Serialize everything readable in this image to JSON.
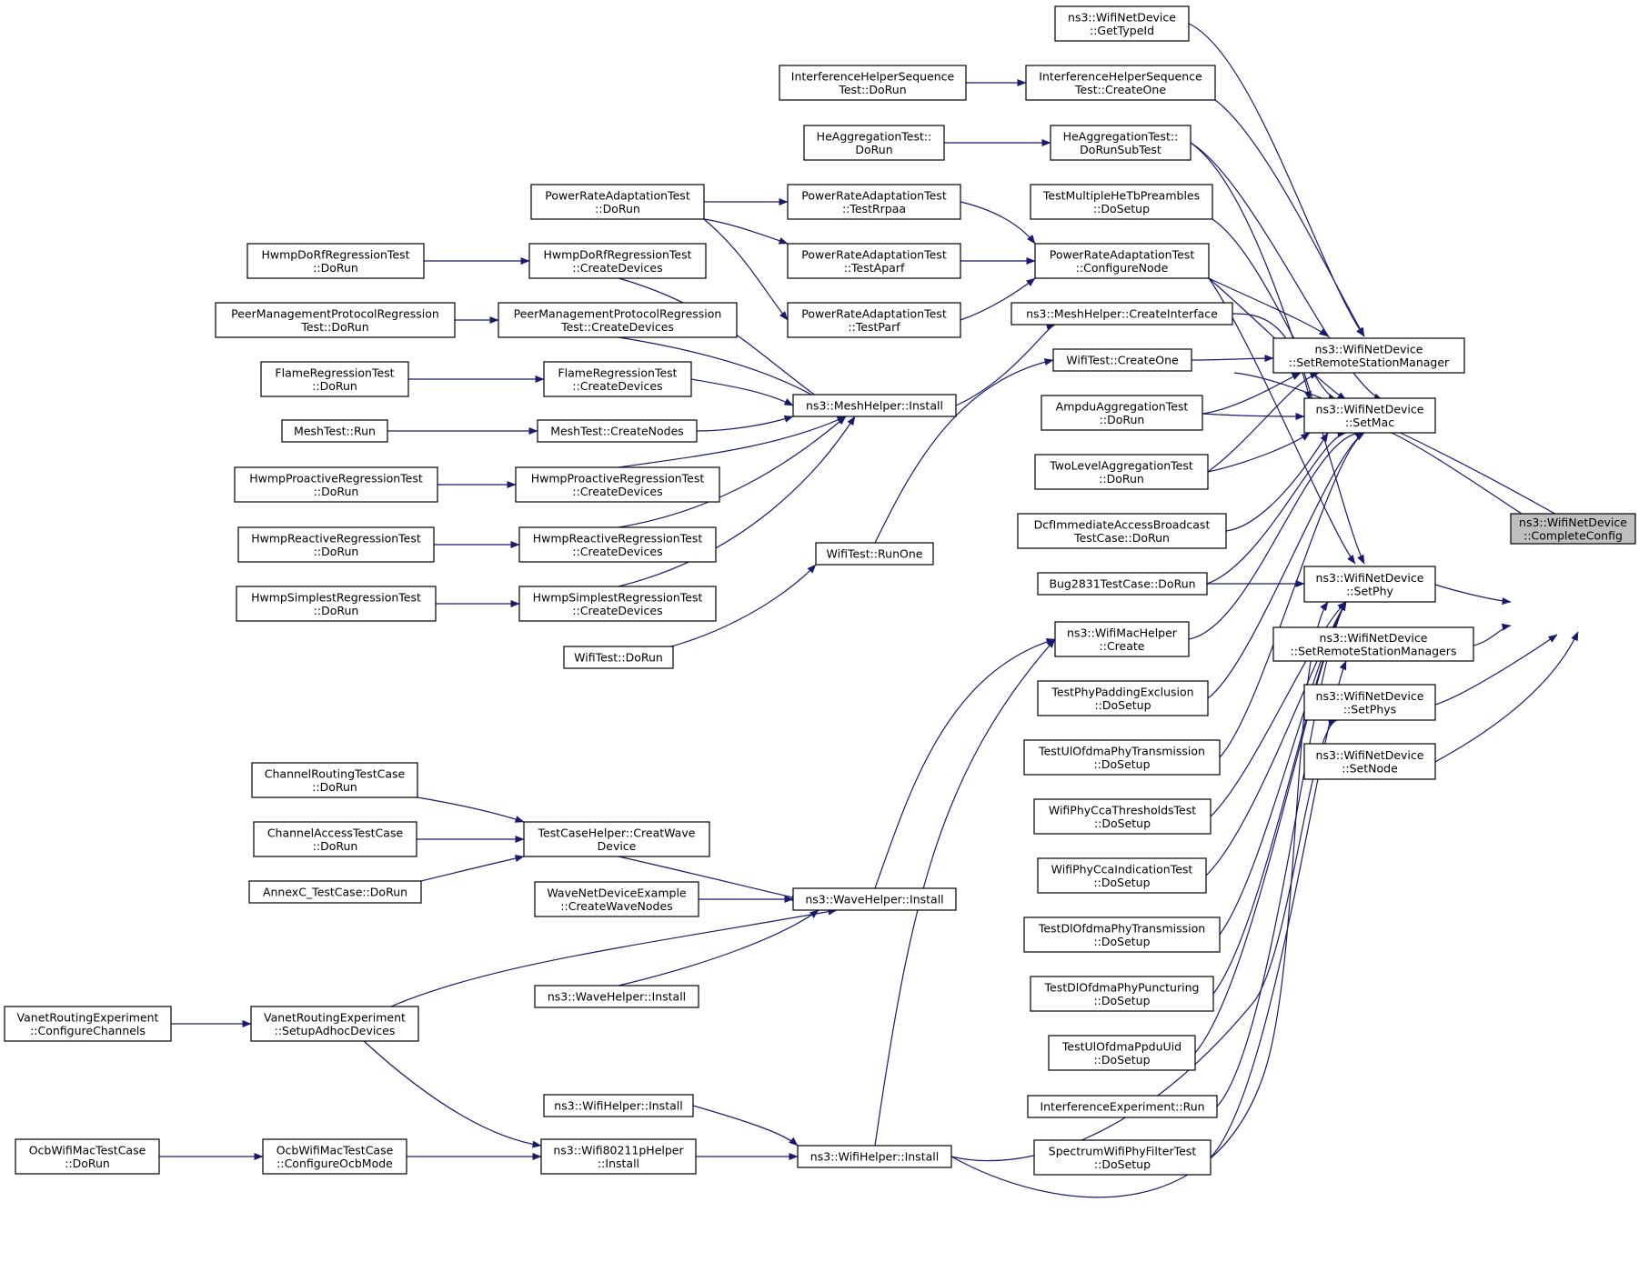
{
  "colors": {
    "edge": "#191970",
    "node_border": "#000000",
    "focus_fill": "#bfbfbf",
    "node_fill": "#ffffff"
  },
  "nodes": {
    "cc": {
      "lines": [
        "ns3::WifiNetDevice",
        "::CompleteConfig"
      ],
      "focus": true
    },
    "srsm": {
      "lines": [
        "ns3::WifiNetDevice",
        "::SetRemoteStationManager"
      ]
    },
    "mac": {
      "lines": [
        "ns3::WifiNetDevice",
        "::SetMac"
      ]
    },
    "phy": {
      "lines": [
        "ns3::WifiNetDevice",
        "::SetPhy"
      ]
    },
    "srsms": {
      "lines": [
        "ns3::WifiNetDevice",
        "::SetRemoteStationManagers"
      ]
    },
    "phys": {
      "lines": [
        "ns3::WifiNetDevice",
        "::SetPhys"
      ]
    },
    "node": {
      "lines": [
        "ns3::WifiNetDevice",
        "::SetNode"
      ]
    },
    "gti": {
      "lines": [
        "ns3::WifiNetDevice",
        "::GetTypeId"
      ]
    },
    "ihco": {
      "lines": [
        "InterferenceHelperSequence",
        "Test::CreateOne"
      ]
    },
    "ihdr": {
      "lines": [
        "InterferenceHelperSequence",
        "Test::DoRun"
      ]
    },
    "hedrs": {
      "lines": [
        "HeAggregationTest::",
        "DoRunSubTest"
      ]
    },
    "hedr": {
      "lines": [
        "HeAggregationTest::",
        "DoRun"
      ]
    },
    "tmhe": {
      "lines": [
        "TestMultipleHeTbPreambles",
        "::DoSetup"
      ]
    },
    "prcn": {
      "lines": [
        "PowerRateAdaptationTest",
        "::ConfigureNode"
      ]
    },
    "prtr": {
      "lines": [
        "PowerRateAdaptationTest",
        "::TestRrpaa"
      ]
    },
    "prta": {
      "lines": [
        "PowerRateAdaptationTest",
        "::TestAparf"
      ]
    },
    "prtp": {
      "lines": [
        "PowerRateAdaptationTest",
        "::TestParf"
      ]
    },
    "prdr": {
      "lines": [
        "PowerRateAdaptationTest",
        "::DoRun"
      ]
    },
    "mhci": {
      "lines": [
        "ns3::MeshHelper::CreateInterface"
      ]
    },
    "wtco": {
      "lines": [
        "WifiTest::CreateOne"
      ]
    },
    "ampdu": {
      "lines": [
        "AmpduAggregationTest",
        "::DoRun"
      ]
    },
    "twol": {
      "lines": [
        "TwoLevelAggregationTest",
        "::DoRun"
      ]
    },
    "dcf": {
      "lines": [
        "DcfImmediateAccessBroadcast",
        "TestCase::DoRun"
      ]
    },
    "bug": {
      "lines": [
        "Bug2831TestCase::DoRun"
      ]
    },
    "wmhc": {
      "lines": [
        "ns3::WifiMacHelper",
        "::Create"
      ]
    },
    "tppe": {
      "lines": [
        "TestPhyPaddingExclusion",
        "::DoSetup"
      ]
    },
    "tulp": {
      "lines": [
        "TestUlOfdmaPhyTransmission",
        "::DoSetup"
      ]
    },
    "wpct": {
      "lines": [
        "WifiPhyCcaThresholdsTest",
        "::DoSetup"
      ]
    },
    "wpci": {
      "lines": [
        "WifiPhyCcaIndicationTest",
        "::DoSetup"
      ]
    },
    "tdlp": {
      "lines": [
        "TestDlOfdmaPhyTransmission",
        "::DoSetup"
      ]
    },
    "tdpp": {
      "lines": [
        "TestDlOfdmaPhyPuncturing",
        "::DoSetup"
      ]
    },
    "tupu": {
      "lines": [
        "TestUlOfdmaPpduUid",
        "::DoSetup"
      ]
    },
    "iexp": {
      "lines": [
        "InterferenceExperiment::Run"
      ]
    },
    "swpf": {
      "lines": [
        "SpectrumWifiPhyFilterTest",
        "::DoSetup"
      ]
    },
    "mhin": {
      "lines": [
        "ns3::MeshHelper::Install"
      ]
    },
    "wtro": {
      "lines": [
        "WifiTest::RunOne"
      ]
    },
    "wtdr": {
      "lines": [
        "WifiTest::DoRun"
      ]
    },
    "hdcd": {
      "lines": [
        "HwmpDoRfRegressionTest",
        "::CreateDevices"
      ]
    },
    "hddr": {
      "lines": [
        "HwmpDoRfRegressionTest",
        "::DoRun"
      ]
    },
    "pmcd": {
      "lines": [
        "PeerManagementProtocolRegression",
        "Test::CreateDevices"
      ]
    },
    "pmdr": {
      "lines": [
        "PeerManagementProtocolRegression",
        "Test::DoRun"
      ]
    },
    "frcd": {
      "lines": [
        "FlameRegressionTest",
        "::CreateDevices"
      ]
    },
    "frdr": {
      "lines": [
        "FlameRegressionTest",
        "::DoRun"
      ]
    },
    "mtcn": {
      "lines": [
        "MeshTest::CreateNodes"
      ]
    },
    "mtr": {
      "lines": [
        "MeshTest::Run"
      ]
    },
    "hpcd": {
      "lines": [
        "HwmpProactiveRegressionTest",
        "::CreateDevices"
      ]
    },
    "hpdr": {
      "lines": [
        "HwmpProactiveRegressionTest",
        "::DoRun"
      ]
    },
    "hrcd": {
      "lines": [
        "HwmpReactiveRegressionTest",
        "::CreateDevices"
      ]
    },
    "hrdr": {
      "lines": [
        "HwmpReactiveRegressionTest",
        "::DoRun"
      ]
    },
    "hscd": {
      "lines": [
        "HwmpSimplestRegressionTest",
        "::CreateDevices"
      ]
    },
    "hsdr": {
      "lines": [
        "HwmpSimplestRegressionTest",
        "::DoRun"
      ]
    },
    "wvin": {
      "lines": [
        "ns3::WaveHelper::Install"
      ]
    },
    "tchc": {
      "lines": [
        "TestCaseHelper::CreatWave",
        "Device"
      ]
    },
    "crdr": {
      "lines": [
        "ChannelRoutingTestCase",
        "::DoRun"
      ]
    },
    "cadr": {
      "lines": [
        "ChannelAccessTestCase",
        "::DoRun"
      ]
    },
    "axdr": {
      "lines": [
        "AnnexC_TestCase::DoRun"
      ]
    },
    "wncw": {
      "lines": [
        "WaveNetDeviceExample",
        "::CreateWaveNodes"
      ]
    },
    "wvin2": {
      "lines": [
        "ns3::WaveHelper::Install"
      ]
    },
    "vrsa": {
      "lines": [
        "VanetRoutingExperiment",
        "::SetupAdhocDevices"
      ]
    },
    "vrcc": {
      "lines": [
        "VanetRoutingExperiment",
        "::ConfigureChannels"
      ]
    },
    "whin": {
      "lines": [
        "ns3::WifiHelper::Install"
      ]
    },
    "whin2": {
      "lines": [
        "ns3::WifiHelper::Install"
      ]
    },
    "w8in": {
      "lines": [
        "ns3::Wifi80211pHelper",
        "::Install"
      ]
    },
    "occo": {
      "lines": [
        "OcbWifiMacTestCase",
        "::ConfigureOcbMode"
      ]
    },
    "ocdr": {
      "lines": [
        "OcbWifiMacTestCase",
        "::DoRun"
      ]
    }
  }
}
